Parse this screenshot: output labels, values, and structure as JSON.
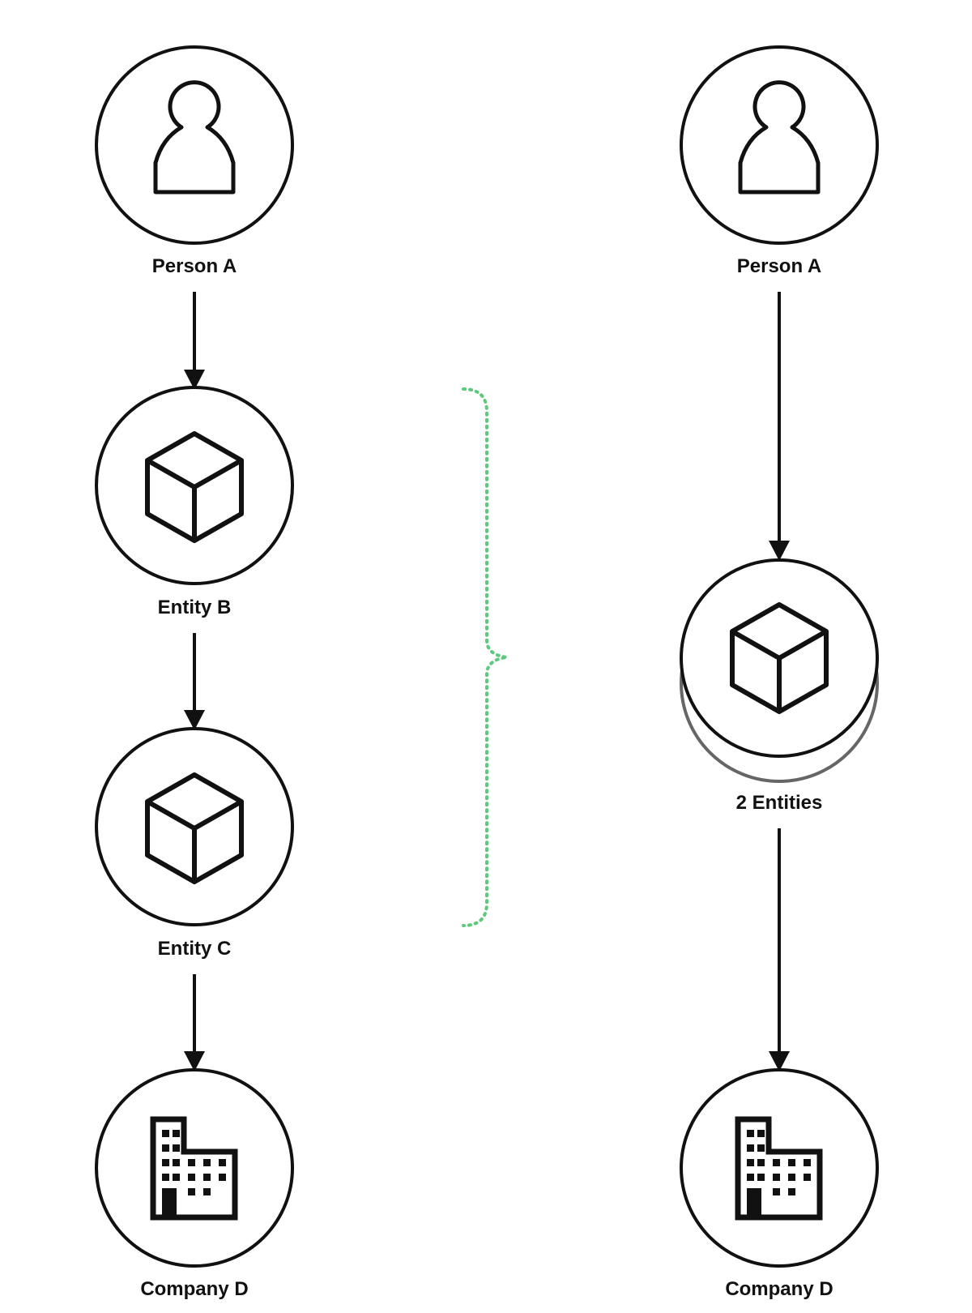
{
  "left_chain": {
    "person": {
      "label": "Person A",
      "icon": "person-icon"
    },
    "entity_b": {
      "label": "Entity B",
      "icon": "cube-icon"
    },
    "entity_c": {
      "label": "Entity C",
      "icon": "cube-icon"
    },
    "company": {
      "label": "Company D",
      "icon": "building-icon"
    }
  },
  "right_chain": {
    "person": {
      "label": "Person A",
      "icon": "person-icon"
    },
    "entities": {
      "label": "2 Entities",
      "icon": "cube-stack-icon"
    },
    "company": {
      "label": "Company D",
      "icon": "building-icon"
    }
  },
  "colors": {
    "stroke": "#111111",
    "stack_shadow": "#666666",
    "brace": "#5cc97c"
  }
}
